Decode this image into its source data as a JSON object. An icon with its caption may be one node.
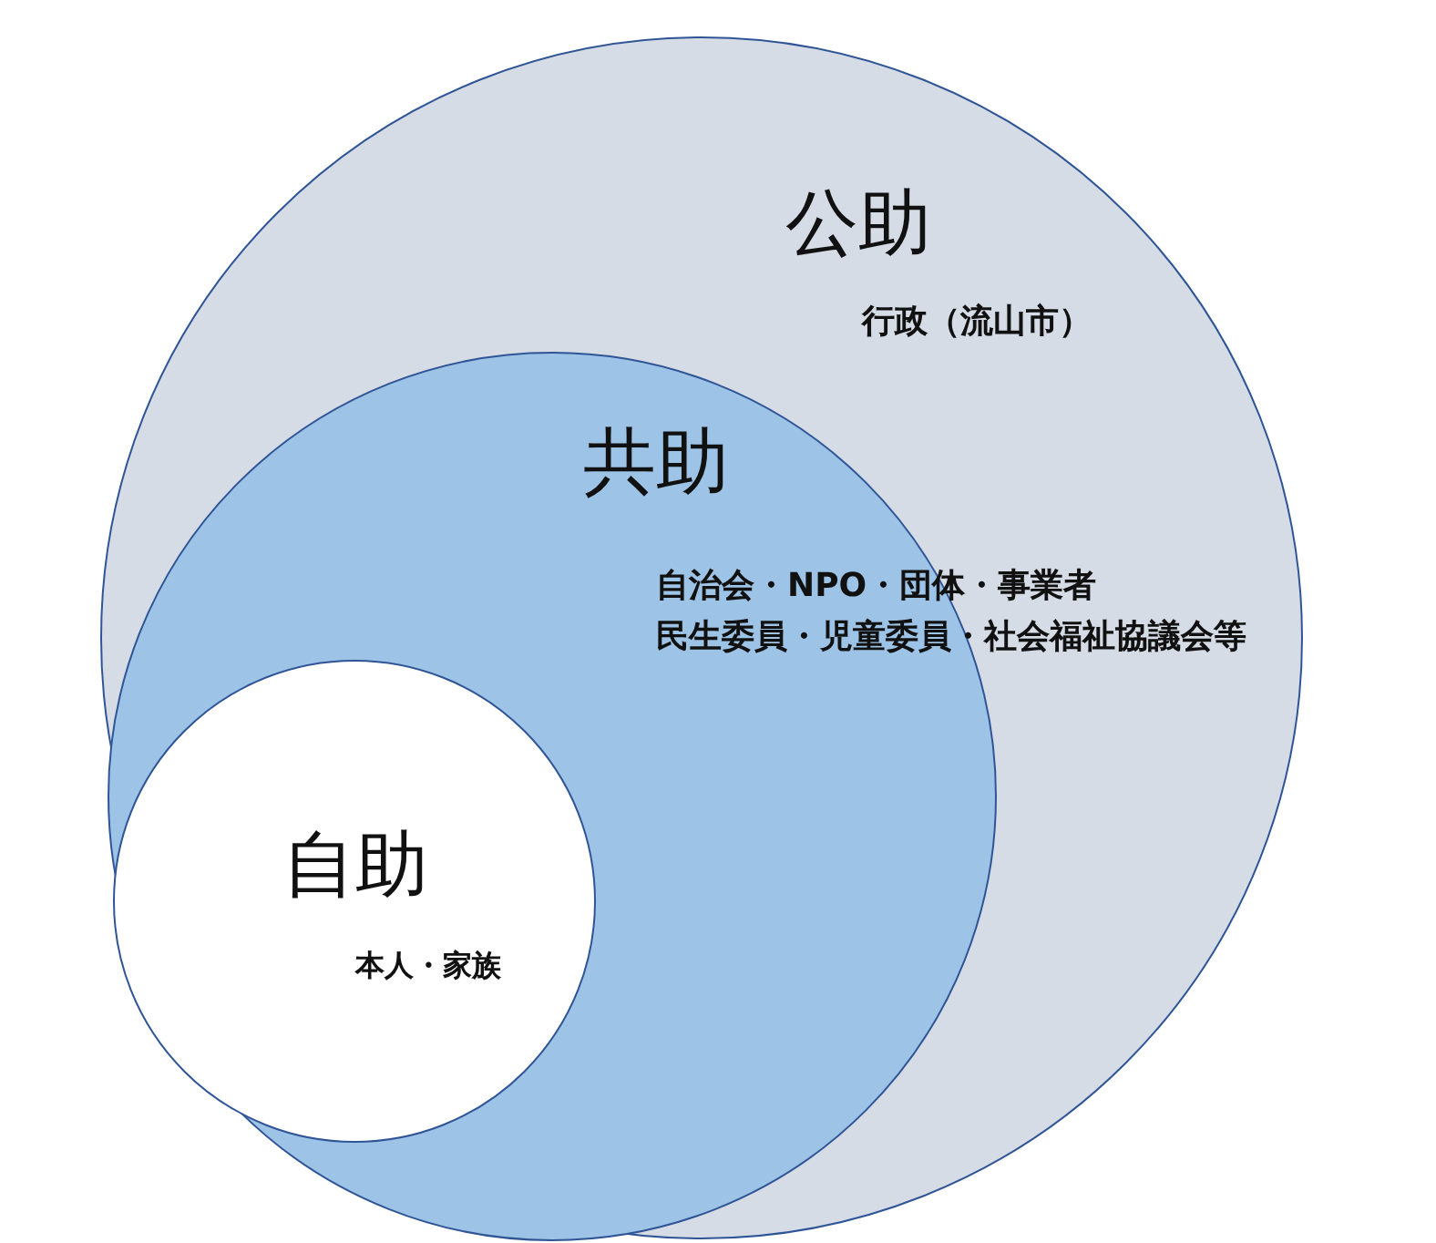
{
  "diagram": {
    "nodes": [
      {
        "text": [
          "公助",
          "行政（流山市）"
        ]
      },
      {
        "text": [
          "共助",
          "自治会・NPO・団体・事業者",
          "民生委員・児童委員・社会福祉協議会等"
        ],
        "in": 0
      },
      {
        "text": [
          "自助",
          "本人・家族"
        ],
        "in": 1
      }
    ]
  }
}
